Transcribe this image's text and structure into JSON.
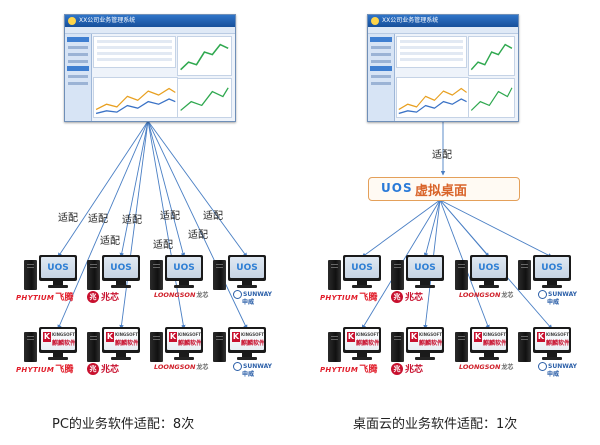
{
  "app_window": {
    "title": "XX公司业务管理系统"
  },
  "edge_label": "适配",
  "left_labels": [
    "适配",
    "适配",
    "适配",
    "适配",
    "适配",
    "适配",
    "适配"
  ],
  "right_label": "适配",
  "virtual_desktop": {
    "logo": "UOS",
    "label": "虚拟桌面"
  },
  "screens": {
    "uos": "UOS",
    "kingsoft_top": "KINGSOFT",
    "kingsoft_cn": "麒麟软件"
  },
  "brands": {
    "phytium": {
      "en": "PHYTIUM",
      "cn": "飞腾"
    },
    "zhaoxin": {
      "mark": "兆",
      "cn": "兆芯"
    },
    "loongson": {
      "en": "LOONGSON",
      "cn": "龙芯"
    },
    "sunway": {
      "en": "SUNWAY",
      "cn": "申威"
    }
  },
  "captions": {
    "left": "PC的业务软件适配：8次",
    "right": "桌面云的业务软件适配：1次"
  },
  "colors": {
    "arrow": "#4a7fc4",
    "box_border": "#e4a05a",
    "brand_red": "#e11d2a"
  }
}
